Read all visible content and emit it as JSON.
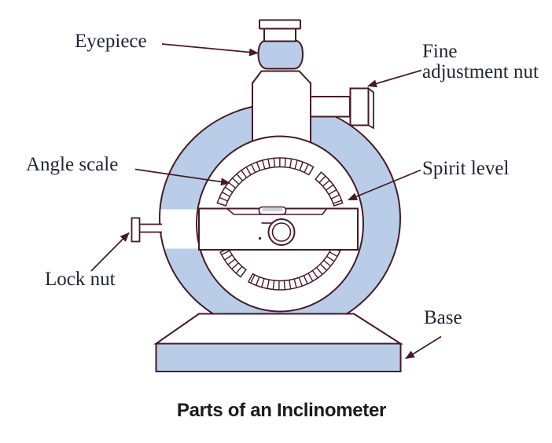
{
  "title": "Parts of an Inclinometer",
  "labels": {
    "eyepiece": "Eyepiece",
    "fine_adjustment_line1": "Fine",
    "fine_adjustment_line2": "adjustment nut",
    "angle_scale": "Angle scale",
    "spirit_level": "Spirit level",
    "lock_nut": "Lock nut",
    "base": "Base"
  },
  "colors": {
    "diagram_fill_blue": "#b9cde8",
    "outline_ink": "#461a26",
    "label_text": "#232438",
    "title_text": "#1b1b1b"
  }
}
